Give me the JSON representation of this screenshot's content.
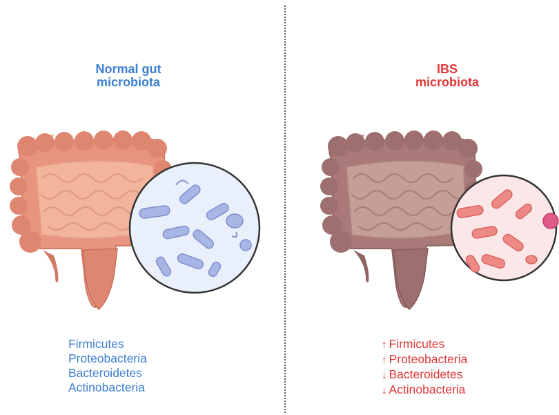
{
  "colors": {
    "normal_accent": "#3d7fd0",
    "ibs_accent": "#e03838",
    "normal_intestine": "#e8957f",
    "normal_small_intestine": "#f2b49c",
    "ibs_intestine": "#a97a79",
    "ibs_small_intestine": "#c59e98",
    "normal_bacteria": "#a8b6e6",
    "ibs_bacteria": "#ee8a86"
  },
  "normal": {
    "title_line1": "Normal gut",
    "title_line2": "microbiota",
    "taxa": [
      {
        "name": "Firmicutes",
        "arrow": ""
      },
      {
        "name": "Proteobacteria",
        "arrow": ""
      },
      {
        "name": "Bacteroidetes",
        "arrow": ""
      },
      {
        "name": "Actinobacteria",
        "arrow": ""
      }
    ]
  },
  "ibs": {
    "title_line1": "IBS",
    "title_line2": "microbiota",
    "taxa": [
      {
        "name": "Firmicutes",
        "arrow": "↑"
      },
      {
        "name": "Proteobacteria",
        "arrow": "↑"
      },
      {
        "name": "Bacteroidetes",
        "arrow": "↓"
      },
      {
        "name": "Actinobacteria",
        "arrow": "↓"
      }
    ]
  },
  "icons": [
    "intestine-icon",
    "microscope-magnifier-icon",
    "bacteria-icon"
  ]
}
